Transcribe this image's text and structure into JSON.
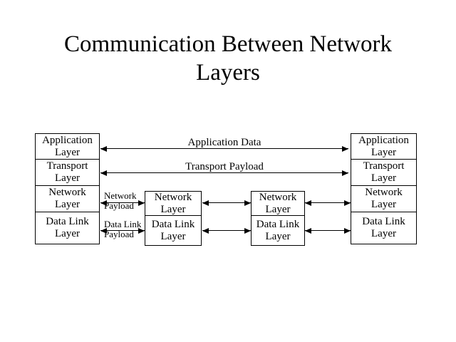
{
  "title": "Communication Between Network Layers",
  "stacks": {
    "left": [
      "Application Layer",
      "Transport Layer",
      "Network Layer",
      "Data Link Layer"
    ],
    "middle_left": [
      "Network Layer",
      "Data Link Layer"
    ],
    "middle_right": [
      "Network Layer",
      "Data Link Layer"
    ],
    "right": [
      "Application Layer",
      "Transport Layer",
      "Network Layer",
      "Data Link Layer"
    ]
  },
  "arrow_labels": {
    "application_data": "Application Data",
    "transport_payload": "Transport Payload",
    "network_payload": {
      "line1": "Network",
      "line2": "Payload"
    },
    "data_link_payload": {
      "line1": "Data Link",
      "line2": "Payload"
    }
  },
  "colors": {
    "background": "#ffffff",
    "foreground": "#000000"
  }
}
